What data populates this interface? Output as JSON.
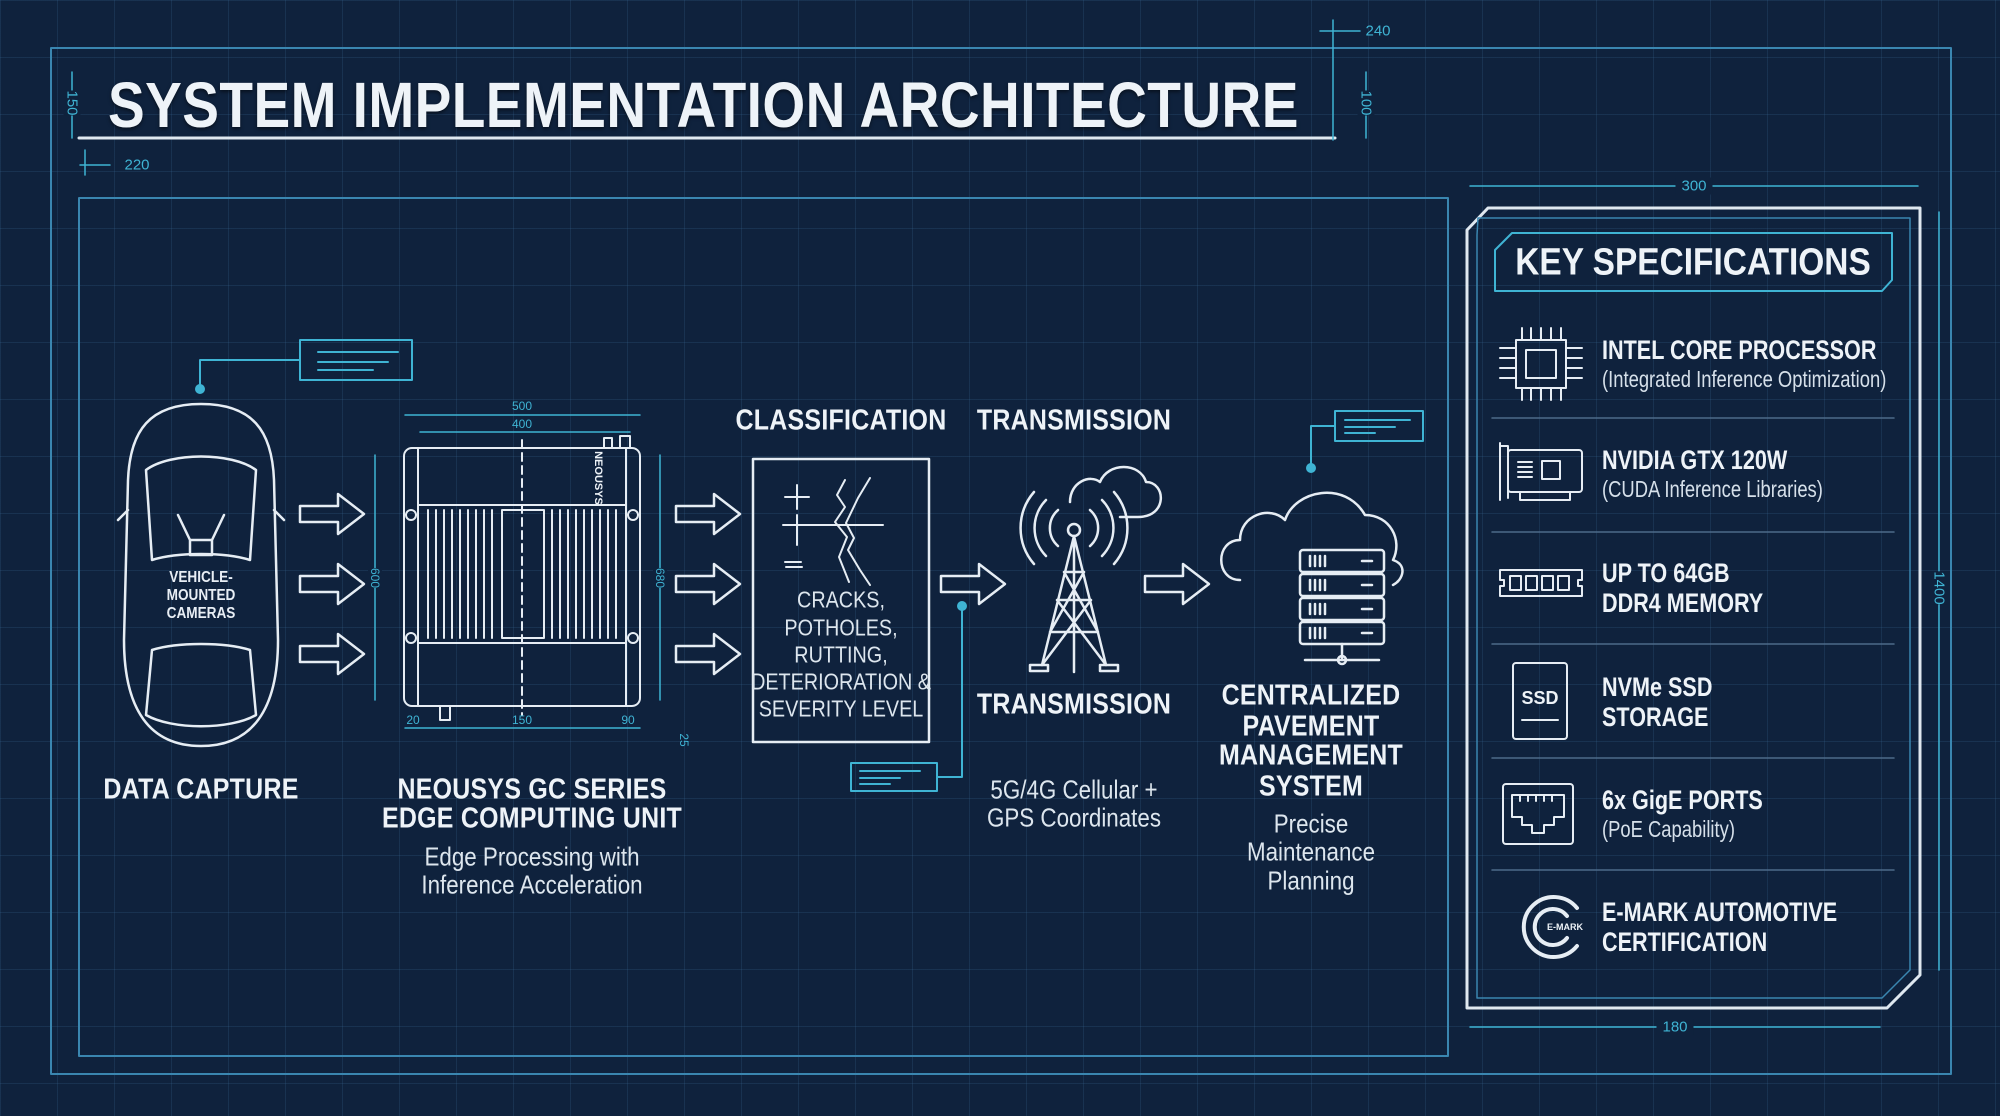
{
  "title": "SYSTEM IMPLEMENTATION ARCHITECTURE",
  "dimensions": {
    "title_right": "240",
    "title_left": "220",
    "title_height_left": "150",
    "title_height_right": "100",
    "spec_width_top": "300",
    "spec_height": "1400",
    "spec_width_bottom": "180",
    "edge_outer_width": "500",
    "edge_inner_width": "400",
    "edge_height_left": "600",
    "edge_height_right": "680",
    "edge_bottom_left": "20",
    "edge_bottom_mid": "150",
    "edge_bottom_right": "90",
    "edge_side_small": "25"
  },
  "stages": {
    "data_capture": {
      "label": "DATA CAPTURE",
      "car_lines": [
        "VEHICLE-",
        "MOUNTED",
        "CAMERAS"
      ]
    },
    "edge": {
      "title_lines": [
        "NEOUSYS GC SERIES",
        "EDGE COMPUTING UNIT"
      ],
      "sub_lines": [
        "Edge Processing with",
        "Inference Acceleration"
      ],
      "brand": "NEOUSYS"
    },
    "classification": {
      "title": "CLASSIFICATION",
      "lines": [
        "CRACKS,",
        "POTHOLES,",
        "RUTTING,",
        "DETERIORATION &",
        "SEVERITY LEVEL"
      ]
    },
    "transmission": {
      "title_top": "TRANSMISSION",
      "title_bottom": "TRANSMISSION",
      "sub_lines": [
        "5G/4G Cellular +",
        "GPS Coordinates"
      ]
    },
    "central": {
      "title_lines": [
        "CENTRALIZED",
        "PAVEMENT",
        "MANAGEMENT",
        "SYSTEM"
      ],
      "sub_lines": [
        "Precise",
        "Maintenance",
        "Planning"
      ]
    }
  },
  "specs": {
    "title": "KEY SPECIFICATIONS",
    "items": [
      {
        "icon": "cpu-icon",
        "main": "INTEL CORE PROCESSOR",
        "detail": "(Integrated Inference Optimization)"
      },
      {
        "icon": "gpu-card-icon",
        "main": "NVIDIA GTX 120W",
        "detail": "(CUDA Inference Libraries)"
      },
      {
        "icon": "ram-icon",
        "main": "UP TO 64GB",
        "detail": "DDR4 MEMORY"
      },
      {
        "icon": "ssd-icon",
        "main": "NVMe SSD",
        "detail": "STORAGE",
        "icon_text": "SSD"
      },
      {
        "icon": "ethernet-port-icon",
        "main": "6x GigE PORTS",
        "detail": "(PoE Capability)"
      },
      {
        "icon": "emark-icon",
        "main": "E-MARK AUTOMOTIVE",
        "detail": "CERTIFICATION",
        "icon_text": "E-MARK"
      }
    ]
  },
  "colors": {
    "background": "#0f223d",
    "accent": "#3fb4d4",
    "text": "#eef3f8"
  }
}
